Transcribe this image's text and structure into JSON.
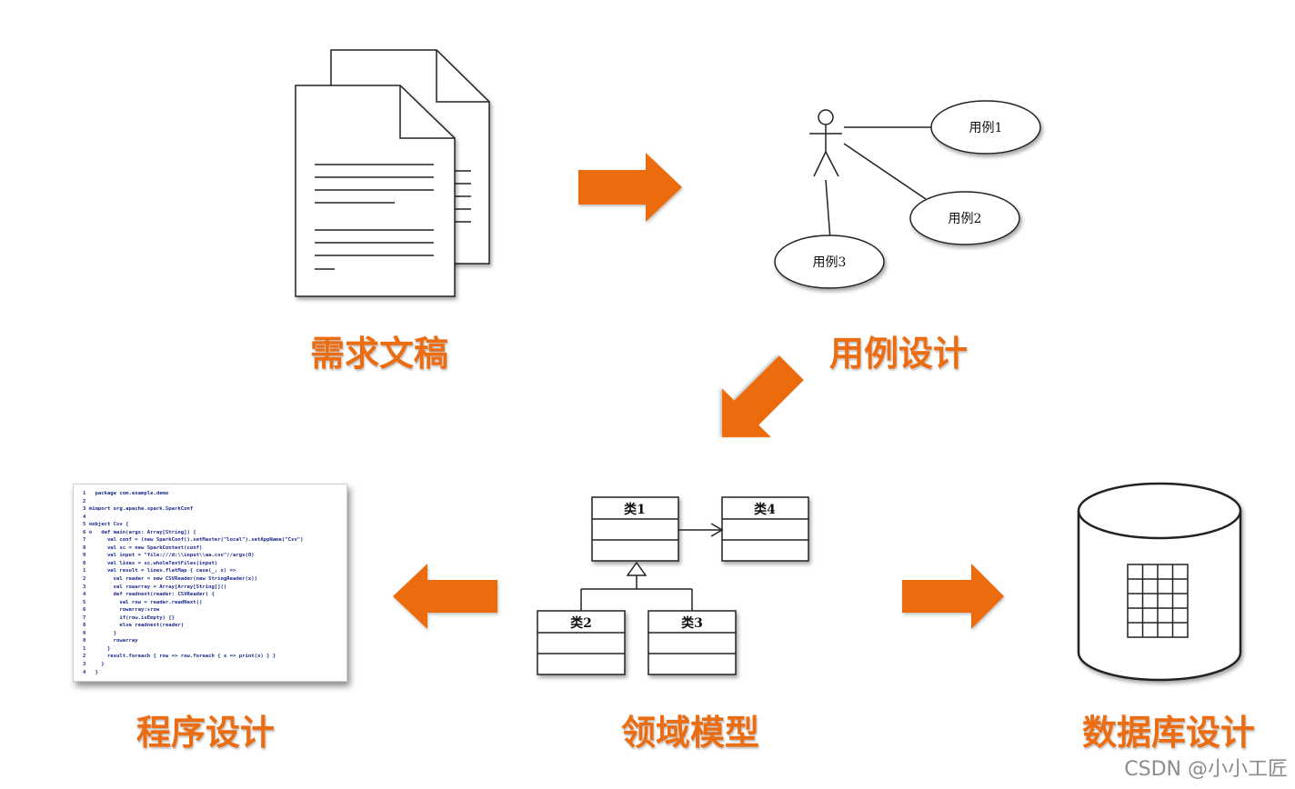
{
  "labels": {
    "requirements": "需求文稿",
    "use_case_design": "用例设计",
    "program_design": "程序设计",
    "domain_model": "领域模型",
    "database_design": "数据库设计"
  },
  "use_case": {
    "case1": "用例1",
    "case2": "用例2",
    "case3": "用例3"
  },
  "classes": {
    "class1": "类1",
    "class2": "类2",
    "class3": "类3",
    "class4": "类4"
  },
  "code": {
    "lines": [
      "1   package com.example.demo",
      "2",
      "3 ⊕import org.apache.spark.SparkConf",
      "4",
      "5 ⊖object Csv {",
      "6 ⊖   def main(args: Array[String]) {",
      "7       val conf = (new SparkConf().setMaster(\"local\").setAppName(\"Csv\")",
      "8       val sc = new SparkContext(conf)",
      "9       val input = \"file:///d:\\\\input\\\\aa.csv\"//args(0)",
      "0       val lines = sc.wholeTextFiles(input)",
      "1       val result = lines.flatMap { case(_, x) =>",
      "2         val reader = new CSVReader(new StringReader(x))",
      "3         val rowarray = Array[Array[String]]()",
      "4         def readnext(reader: CSVReader) {",
      "5           val row = reader.readNext()",
      "6           rowarray:+row",
      "7           if(row.isEmpty) {}",
      "8           else readnext(reader)",
      "9         }",
      "0         rowarray",
      "1       }",
      "2       result.foreach { row => row.foreach { x => print(x) } }",
      "3     }",
      "4   }"
    ]
  },
  "watermark": "CSDN @小小工匠",
  "colors": {
    "accent": "#ec6c11",
    "code_text": "#1c2b8c"
  },
  "icons": {
    "documents": "document-stack-icon",
    "actor": "stick-figure-actor-icon",
    "database": "database-cylinder-icon"
  }
}
